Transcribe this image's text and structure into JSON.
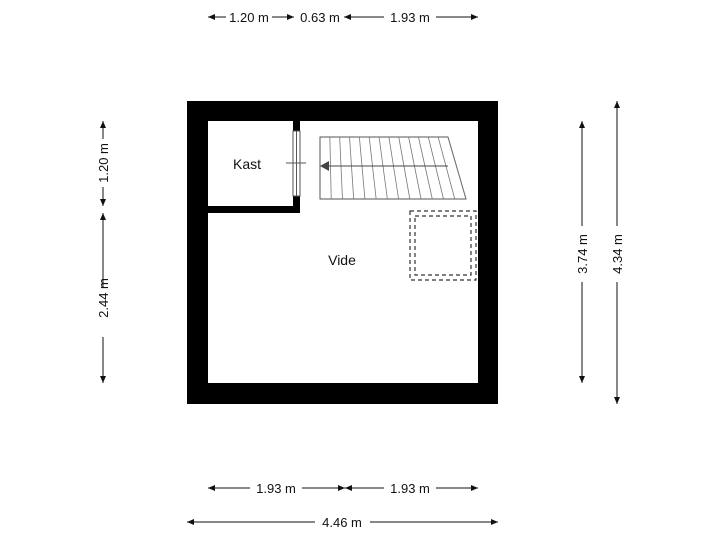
{
  "rooms": {
    "kast": "Kast",
    "vide": "Vide"
  },
  "dimensions": {
    "top": [
      "1.20 m",
      "0.63 m",
      "1.93 m"
    ],
    "left": [
      "1.20 m",
      "2.44 m"
    ],
    "right": [
      "3.74 m",
      "4.34 m"
    ],
    "bottom_inner": [
      "1.93 m",
      "1.93 m"
    ],
    "bottom_total": "4.46 m"
  },
  "colors": {
    "wall": "#000000",
    "line": "#555555",
    "dimension": "#111111"
  }
}
